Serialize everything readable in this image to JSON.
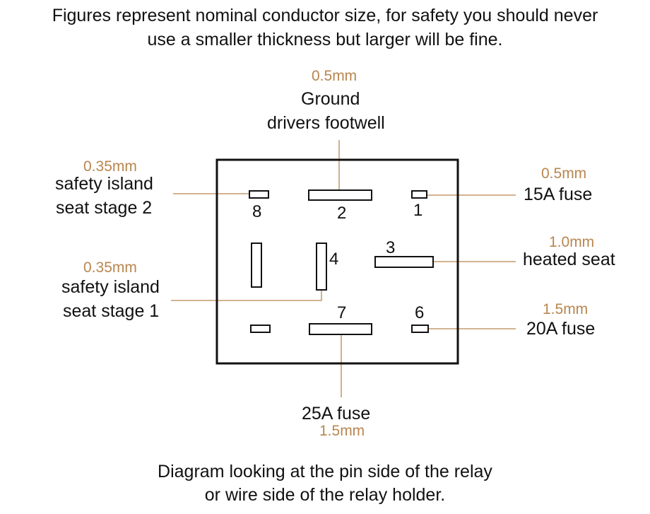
{
  "header": {
    "line1": "Figures represent nominal conductor size, for safety you should never",
    "line2": "use a smaller thickness but larger will be fine."
  },
  "connections": {
    "ground": {
      "size": "0.5mm",
      "line1": "Ground",
      "line2": "drivers footwell"
    },
    "safety_stage2": {
      "size": "0.35mm",
      "line1": "safety island",
      "line2": "seat stage 2"
    },
    "fuse15": {
      "size": "0.5mm",
      "line1": "15A fuse"
    },
    "heated_seat": {
      "size": "1.0mm",
      "line1": "heated seat"
    },
    "safety_stage1": {
      "size": "0.35mm",
      "line1": "safety island",
      "line2": "seat stage 1"
    },
    "fuse20": {
      "size": "1.5mm",
      "line1": "20A fuse"
    },
    "fuse25": {
      "size": "1.5mm",
      "line1": "25A fuse"
    }
  },
  "pins": {
    "p8": "8",
    "p2": "2",
    "p1": "1",
    "p3": "3",
    "p4": "4",
    "p7": "7",
    "p6": "6"
  },
  "footer": {
    "line1": "Diagram looking at the pin side of the relay",
    "line2": "or wire side of the relay holder."
  },
  "colors": {
    "wire": "#b8864f",
    "outline": "#111111",
    "size_text": "#b8864f"
  }
}
